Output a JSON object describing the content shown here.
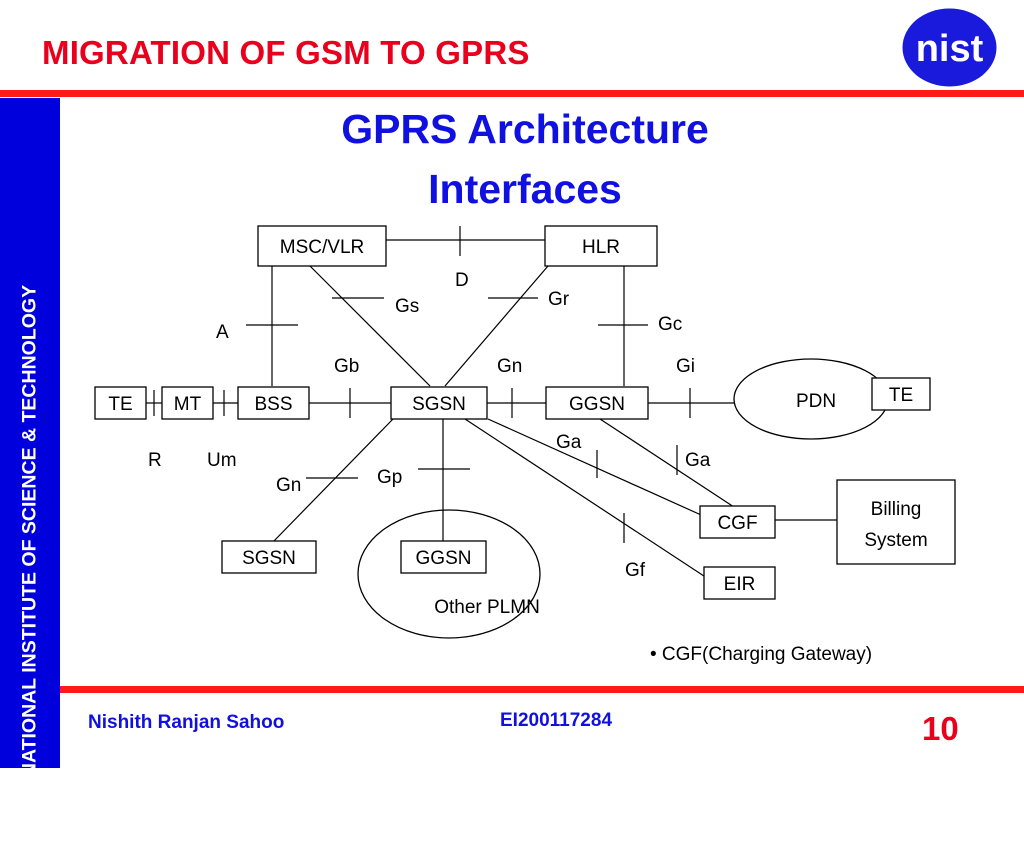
{
  "header": {
    "title": "MIGRATION OF GSM TO GPRS",
    "logo_text": "nist"
  },
  "sidebar": {
    "text": "NATIONAL INSTITUTE OF SCIENCE & TECHNOLOGY"
  },
  "slide": {
    "title_line1": "GPRS Architecture",
    "title_line2": "Interfaces"
  },
  "diagram": {
    "nodes": {
      "msc_vlr": "MSC/VLR",
      "hlr": "HLR",
      "te_left": "TE",
      "mt": "MT",
      "bss": "BSS",
      "sgsn": "SGSN",
      "ggsn": "GGSN",
      "pdn": "PDN",
      "te_right": "TE",
      "cgf": "CGF",
      "billing_line1": "Billing",
      "billing_line2": "System",
      "sgsn_other": "SGSN",
      "ggsn_other": "GGSN",
      "other_plmn": "Other PLMN",
      "eir": "EIR"
    },
    "interfaces": {
      "d": "D",
      "gs": "Gs",
      "gr": "Gr",
      "gc": "Gc",
      "a": "A",
      "gb": "Gb",
      "gn_top": "Gn",
      "gi": "Gi",
      "ga_left": "Ga",
      "ga_right": "Ga",
      "r": "R",
      "um": "Um",
      "gp": "Gp",
      "gn_bottom": "Gn",
      "gf": "Gf"
    }
  },
  "note": "• CGF(Charging Gateway)",
  "footer": {
    "author": "Nishith Ranjan Sahoo",
    "id": "EI200117284",
    "page": "10"
  },
  "colors": {
    "header_red": "#e8001c",
    "bar_red": "#ff1a1a",
    "sidebar_blue": "#0000dd",
    "title_blue": "#1010e0"
  }
}
